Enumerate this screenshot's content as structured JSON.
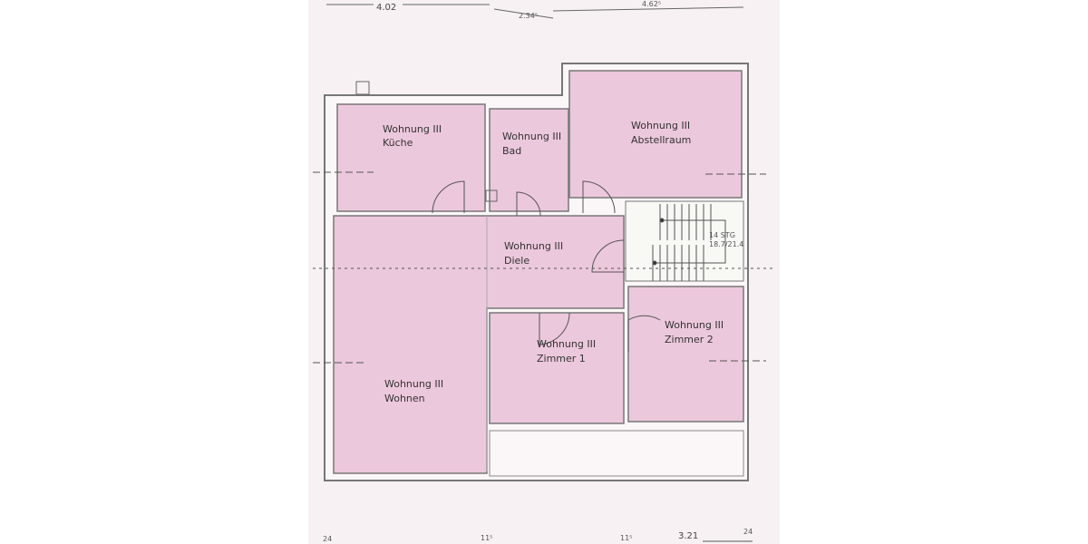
{
  "plan": {
    "rooms": [
      {
        "id": "kueche",
        "lines": [
          "Wohnung III",
          "Küche"
        ]
      },
      {
        "id": "bad",
        "lines": [
          "Wohnung III",
          "Bad"
        ]
      },
      {
        "id": "abstellraum",
        "lines": [
          "Wohnung III",
          "Abstellraum"
        ]
      },
      {
        "id": "diele",
        "lines": [
          "Wohnung III",
          "Diele"
        ]
      },
      {
        "id": "wohnen",
        "lines": [
          "Wohnung III",
          "Wohnen"
        ]
      },
      {
        "id": "zimmer1",
        "lines": [
          "Wohnung III",
          "Zimmer 1"
        ]
      },
      {
        "id": "zimmer2",
        "lines": [
          "Wohnung III",
          "Zimmer 2"
        ]
      }
    ],
    "stair": {
      "steps": "14 STG",
      "ratio": "18.7/21.4"
    },
    "dimensions_top": [
      "4.02",
      "2.34⁵",
      "4.62⁵"
    ],
    "dimensions_bottom": [
      "24",
      "11⁵",
      "11⁵",
      "3.21",
      "24"
    ],
    "colors": {
      "room_fill": "#ecc8dc",
      "wall": "#777",
      "paper": "#f7f1f3"
    }
  }
}
